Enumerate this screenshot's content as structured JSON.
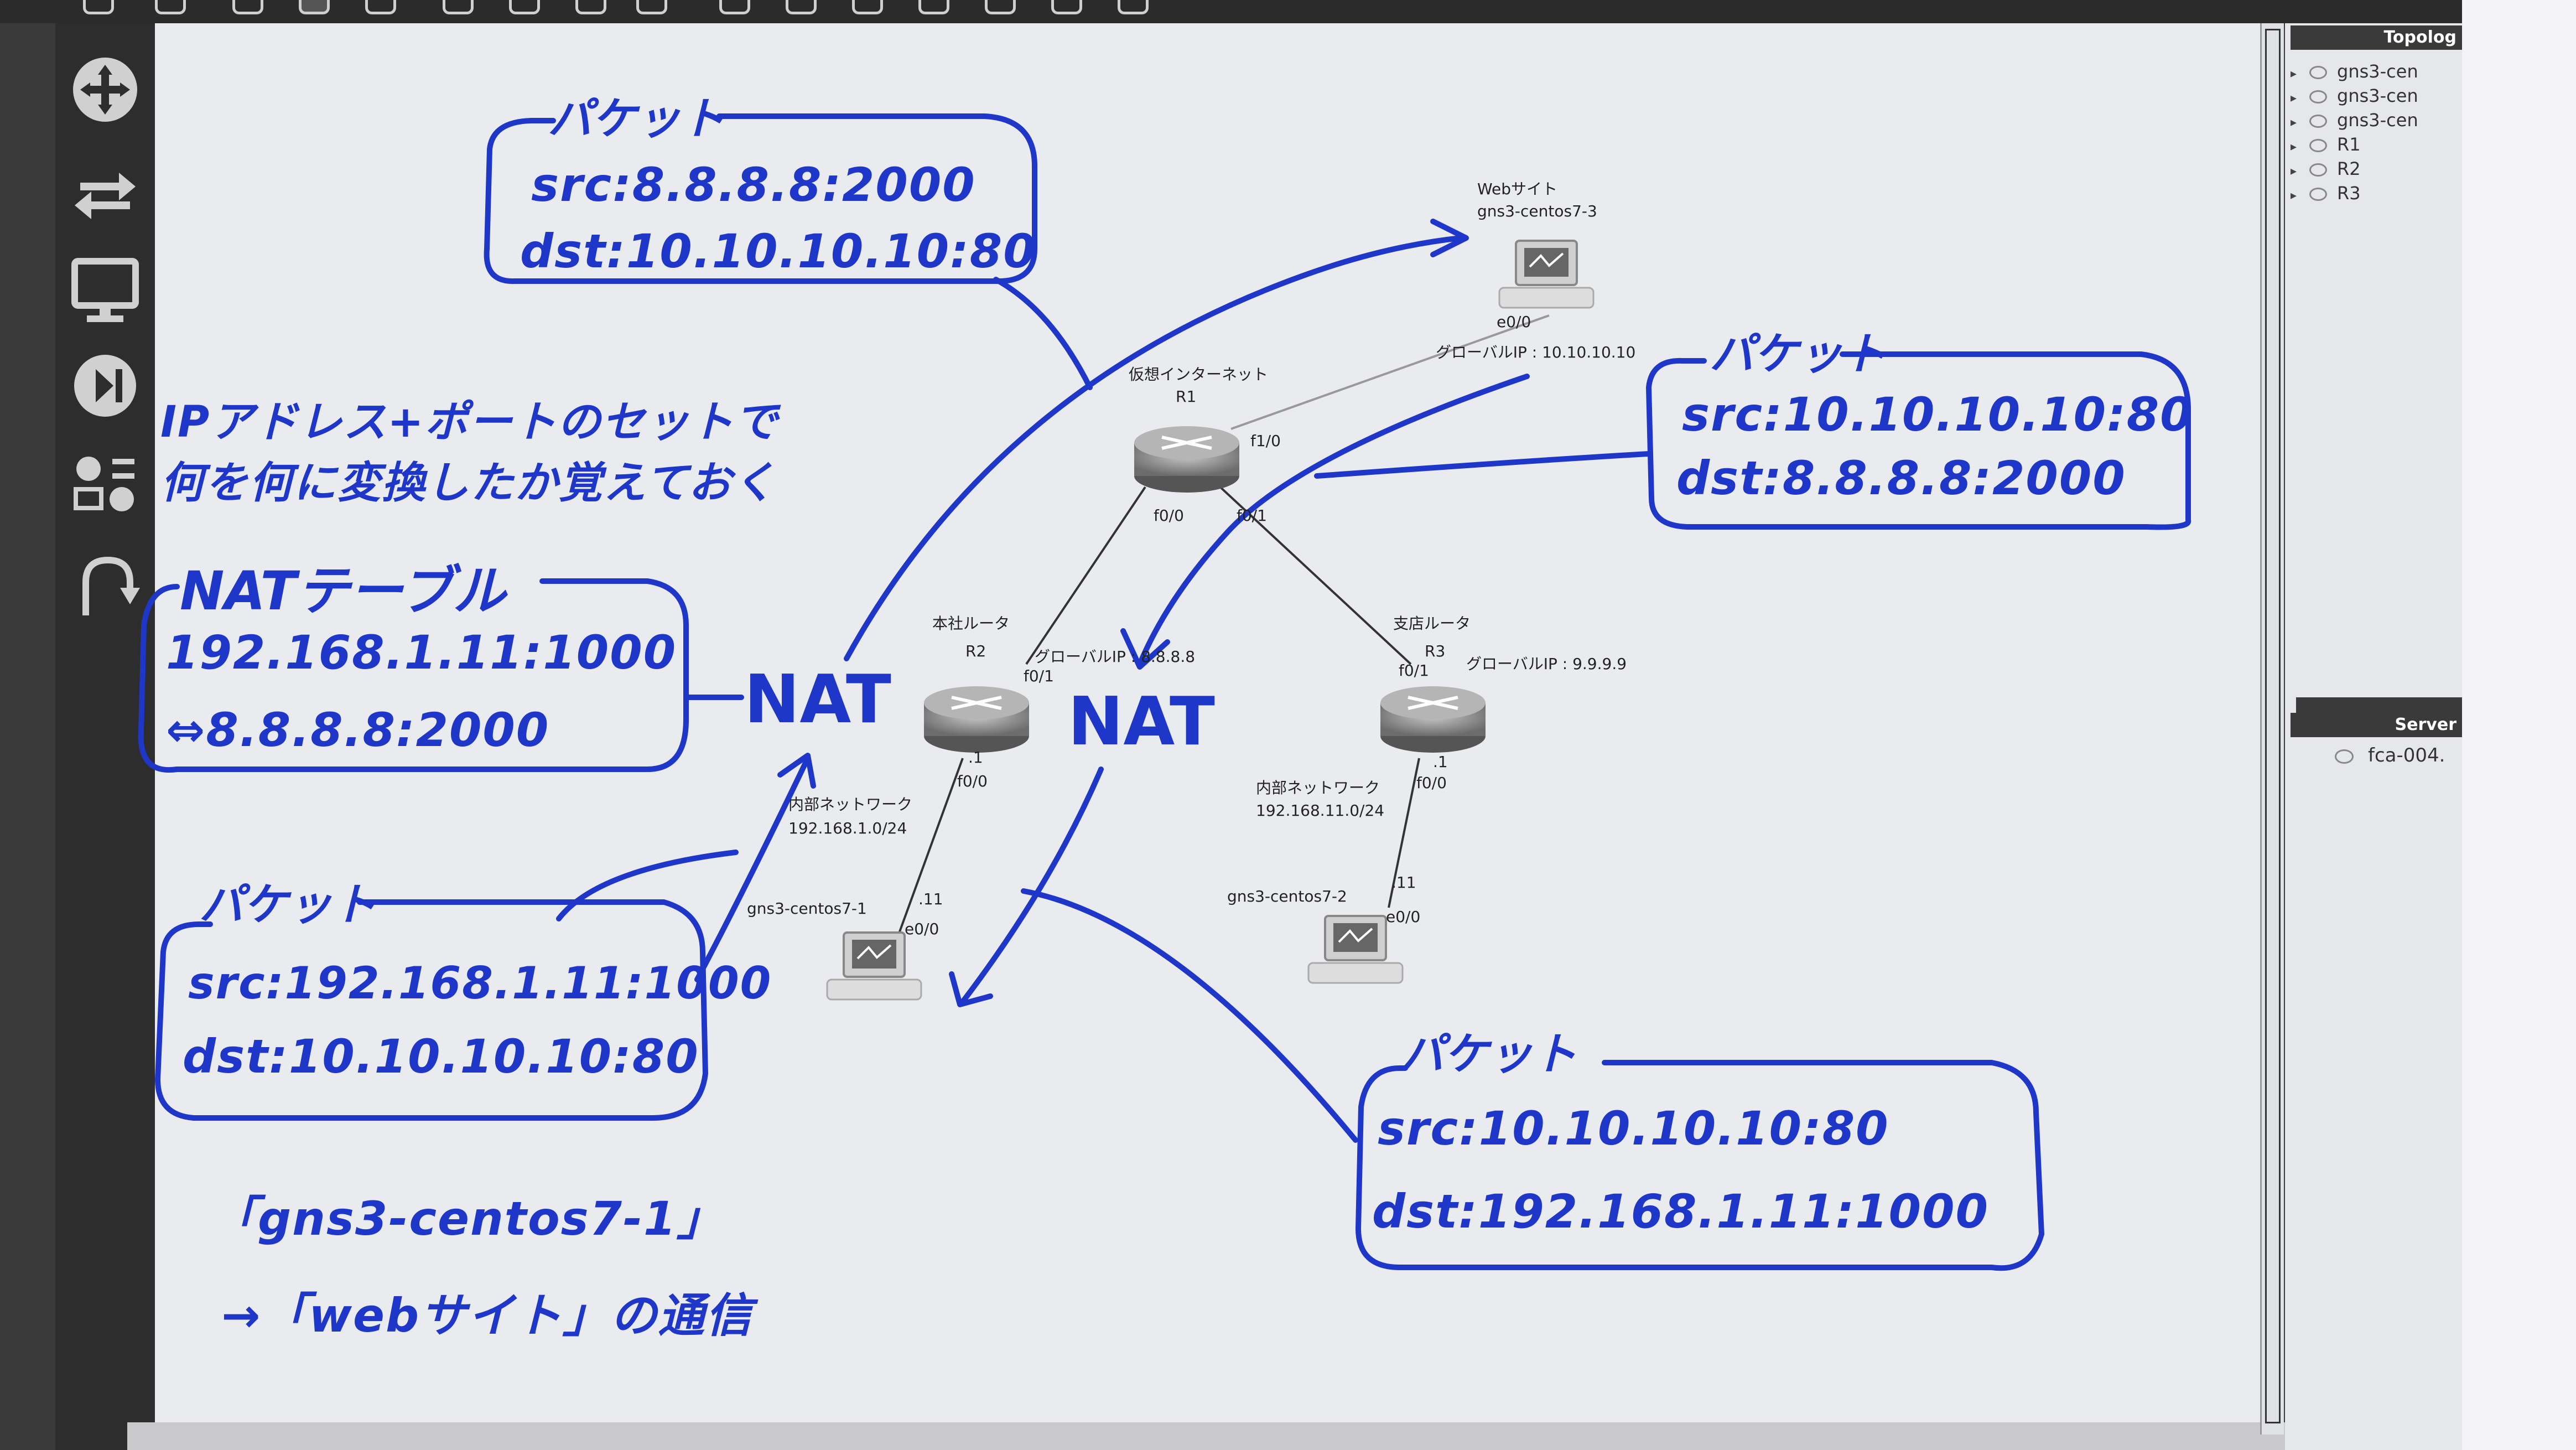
{
  "topology_panel": {
    "title": "Topolog",
    "items": [
      "gns3-cen",
      "gns3-cen",
      "gns3-cen",
      "R1",
      "R2",
      "R3"
    ]
  },
  "servers_panel": {
    "title": "Server",
    "item": "fca-004."
  },
  "devices": {
    "website": {
      "caption": "Webサイト",
      "name": "gns3-centos7-3",
      "port": "e0/0",
      "global_ip": "グローバルIP : 10.10.10.10"
    },
    "r1": {
      "caption": "仮想インターネット",
      "name": "R1",
      "port_f1": "f1/0",
      "port_f0_0": "f0/0",
      "port_f0_1": "f0/1"
    },
    "r2": {
      "caption": "本社ルータ",
      "name": "R2",
      "port_f0_1": "f0/1",
      "global_ip": "グローバルIP : 8.8.8.8",
      "dot1": ".1",
      "port_f0_0": "f0/0",
      "net_caption": "内部ネットワーク",
      "net": "192.168.1.0/24"
    },
    "r3": {
      "caption": "支店ルータ",
      "name": "R3",
      "port_f0_1": "f0/1",
      "global_ip": "グローバルIP : 9.9.9.9",
      "dot1": ".1",
      "port_f0_0": "f0/0",
      "net_caption": "内部ネットワーク",
      "net": "192.168.11.0/24"
    },
    "pc1": {
      "name": "gns3-centos7-1",
      "dot11": ".11",
      "port": "e0/0"
    },
    "pc2": {
      "name": "gns3-centos7-2",
      "dot11": ".11",
      "port": "e0/0"
    }
  },
  "annotations": {
    "packet_top": {
      "title": "パケット",
      "src": "src:8.8.8.8:2000",
      "dst": "dst:10.10.10.10:80"
    },
    "packet_right": {
      "title": "パケット",
      "src": "src:10.10.10.10:80",
      "dst": "dst:8.8.8.8:2000"
    },
    "packet_left": {
      "title": "パケット",
      "src": "src:192.168.1.11:1000",
      "dst": "dst:10.10.10.10:80"
    },
    "packet_bottom": {
      "title": "パケット",
      "src": "src:10.10.10.10:80",
      "dst": "dst:192.168.1.11:1000"
    },
    "note_line1": "IPアドレス+ポートのセットで",
    "note_line2": "何を何に変換したか覚えておく",
    "nat_table": {
      "title": "NATテーブル",
      "row1": "192.168.1.11:1000",
      "row2": "⇔8.8.8.8:2000"
    },
    "nat_left": "NAT",
    "nat_center": "NAT",
    "footer_line1": "「gns3-centos7-1」",
    "footer_line2": "→「webサイト」の通信"
  },
  "colors": {
    "ink": "#1f37c9",
    "paper": "#e9ebef",
    "toolbar": "#2d2d2d"
  }
}
